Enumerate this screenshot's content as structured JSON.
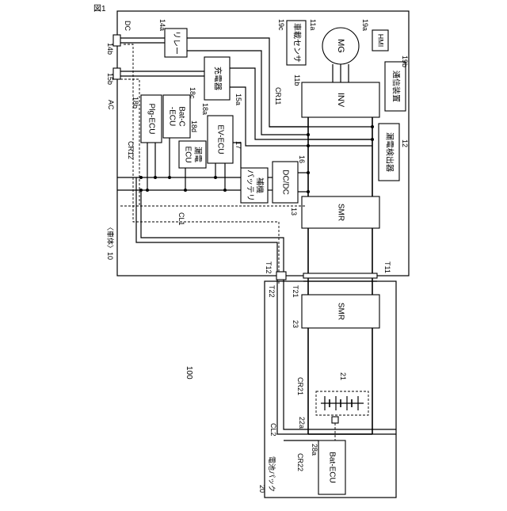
{
  "figure": {
    "id": "図1",
    "reference_numeral": "100"
  },
  "vehicle": {
    "label": "〈車体〉",
    "numeral": "10"
  },
  "battery_pack": {
    "label": "電池パック",
    "numeral": "20"
  },
  "ports": {
    "dc": {
      "label": "DC",
      "numeral": "14b"
    },
    "ac": {
      "label": "AC",
      "numeral": "15b"
    }
  },
  "components": {
    "relay": {
      "label": "リレー",
      "numeral": "14a"
    },
    "charger": {
      "label": "充電器",
      "numeral": "15a"
    },
    "onboard_sensor": {
      "label": "車載センサ",
      "numeral": "19c"
    },
    "mg": {
      "label": "MG",
      "numeral": "11a"
    },
    "hmi": {
      "label": "HMI",
      "numeral": "19a"
    },
    "comm_device": {
      "label": "通信装置",
      "numeral": "19b"
    },
    "inv": {
      "label": "INV",
      "numeral": "11b"
    },
    "plg_ecu": {
      "label": "Plg-ECU",
      "numeral": "18b"
    },
    "batc_ecu_line1": {
      "label": "Bat-C"
    },
    "batc_ecu_line2": {
      "label": "-ECU",
      "numeral": "18c"
    },
    "leak_ecu_line1": {
      "label": "漏電"
    },
    "leak_ecu_line2": {
      "label": "ECU",
      "numeral": "18d"
    },
    "ev_ecu": {
      "label": "EV-ECU",
      "numeral": "18a"
    },
    "aux_battery_line1": {
      "label": "補機"
    },
    "aux_battery_line2": {
      "label": "バッテリ",
      "numeral": "17"
    },
    "dcdc": {
      "label": "DC/DC",
      "numeral": "16"
    },
    "leak_detector": {
      "label": "漏電検出器",
      "numeral": "12"
    },
    "smr_vehicle": {
      "label": "SMR",
      "numeral": "13"
    },
    "smr_pack": {
      "label": "SMR",
      "numeral": "23"
    },
    "battery": {
      "numeral": "21"
    },
    "sensor_22a": {
      "numeral": "22a"
    },
    "bat_ecu": {
      "label": "Bat-ECU",
      "numeral": "28a"
    }
  },
  "labels": {
    "cr11": "CR11",
    "cr12": "CR12",
    "cr21": "CR21",
    "cr22": "CR22",
    "cl1": "CL1",
    "cl2": "CL2",
    "t11": "T11",
    "t12": "T12",
    "t21": "T21",
    "t22": "T22"
  }
}
